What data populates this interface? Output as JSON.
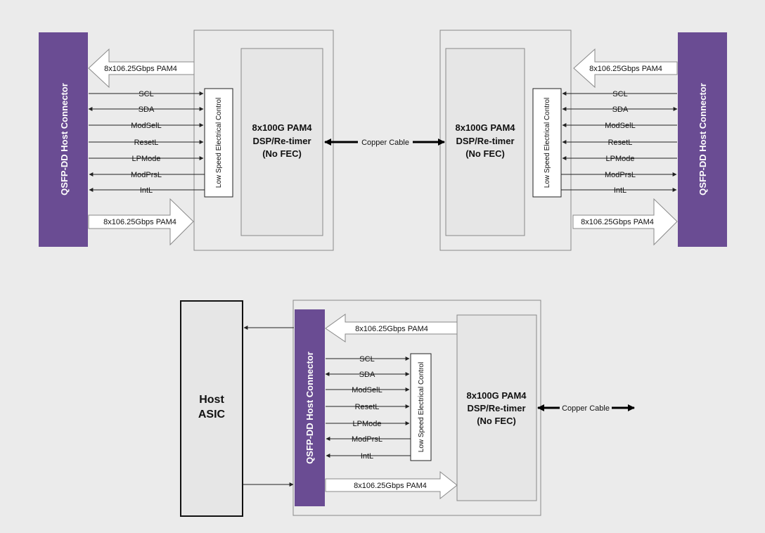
{
  "labels": {
    "host_connector": "QSFP-DD Host Connector",
    "lsec": "Low Speed Electrical Control",
    "dsp_line1": "8x100G PAM4",
    "dsp_line2": "DSP/Re-timer",
    "dsp_line3": "(No FEC)",
    "lane_rate": "8x106.25Gbps PAM4",
    "cable": "Copper Cable",
    "asic_line1": "Host",
    "asic_line2": "ASIC"
  },
  "signals": {
    "scl": "SCL",
    "sda": "SDA",
    "modsel": "ModSelL",
    "reset": "ResetL",
    "lpmode": "LPMode",
    "modprs": "ModPrsL",
    "intl": "IntL"
  },
  "colors": {
    "connector": "#6a4c93",
    "background": "#ebebeb",
    "dsp_fill": "#eaeaea",
    "module_fill": "#ebebeb",
    "line": "#222222"
  }
}
